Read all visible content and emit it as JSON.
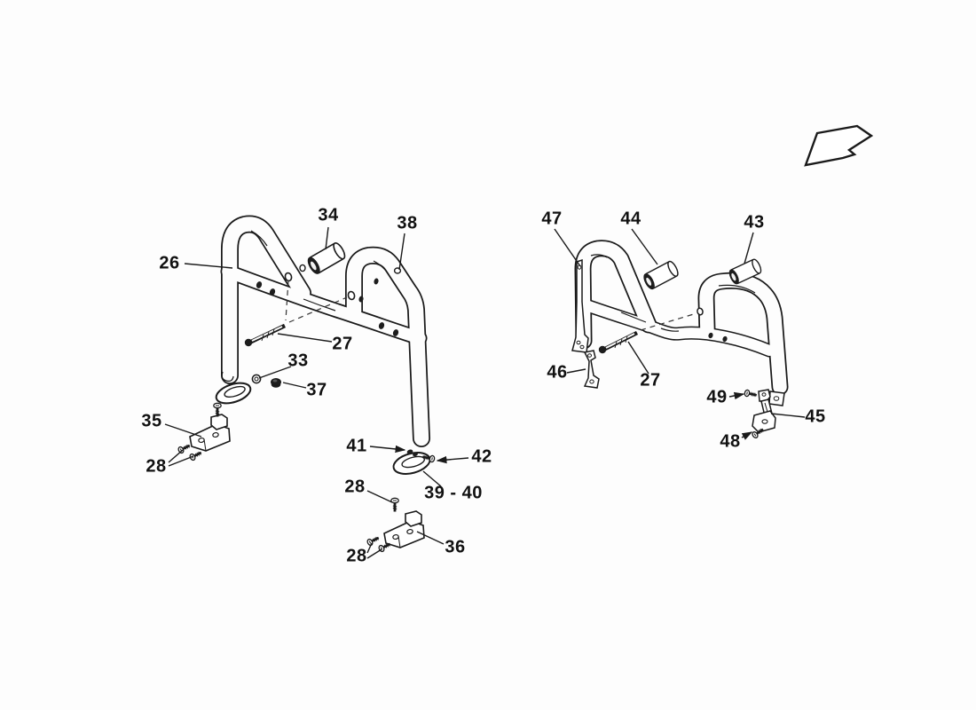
{
  "diagram": {
    "type": "exploded-parts-diagram",
    "background_color": "#fdfdfd",
    "line_color": "#1a1a1a",
    "label_color": "#111111",
    "direction_arrow_icon": "arrow-down-left-icon",
    "callouts": [
      {
        "id": "26",
        "label": "26"
      },
      {
        "id": "34",
        "label": "34"
      },
      {
        "id": "38",
        "label": "38"
      },
      {
        "id": "27-left",
        "label": "27"
      },
      {
        "id": "33",
        "label": "33"
      },
      {
        "id": "37",
        "label": "37"
      },
      {
        "id": "35",
        "label": "35"
      },
      {
        "id": "28-left",
        "label": "28"
      },
      {
        "id": "41",
        "label": "41"
      },
      {
        "id": "42",
        "label": "42"
      },
      {
        "id": "39-40",
        "label": "39 - 40"
      },
      {
        "id": "28-mid",
        "label": "28"
      },
      {
        "id": "36",
        "label": "36"
      },
      {
        "id": "28-bottom",
        "label": "28"
      },
      {
        "id": "47",
        "label": "47"
      },
      {
        "id": "44",
        "label": "44"
      },
      {
        "id": "43",
        "label": "43"
      },
      {
        "id": "46",
        "label": "46"
      },
      {
        "id": "27-right",
        "label": "27"
      },
      {
        "id": "49",
        "label": "49"
      },
      {
        "id": "45",
        "label": "45"
      },
      {
        "id": "48",
        "label": "48"
      }
    ]
  }
}
